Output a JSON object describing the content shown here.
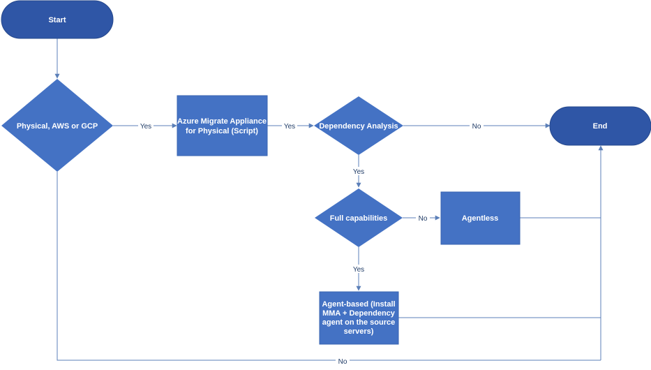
{
  "colors": {
    "terminal_fill": "#2f56a6",
    "terminal_stroke": "#26488c",
    "decision_fill": "#4472c4",
    "process_fill": "#4472c4",
    "process_stroke": "#3a64b0",
    "connector": "#5b7fb8",
    "edge_label_bg": "#ffffff"
  },
  "nodes": {
    "start": {
      "label": "Start"
    },
    "end": {
      "label": "End"
    },
    "physical_aws_gcp": {
      "label": "Physical, AWS or GCP"
    },
    "appliance": {
      "lines": [
        "Azure Migrate Appliance",
        "for Physical (Script)"
      ]
    },
    "dependency_analysis": {
      "label": "Dependency Analysis"
    },
    "full_capabilities": {
      "label": "Full capabilities"
    },
    "agentless": {
      "label": "Agentless"
    },
    "agent_based": {
      "lines": [
        "Agent-based (Install",
        "MMA + Dependency",
        "agent on the source",
        "servers)"
      ]
    }
  },
  "edges": {
    "physical_to_appliance": "Yes",
    "appliance_to_dependency": "Yes",
    "dependency_to_end": "No",
    "dependency_to_full": "Yes",
    "full_to_agentless": "No",
    "full_to_agentbased": "Yes",
    "physical_to_end_bottom": "No"
  }
}
